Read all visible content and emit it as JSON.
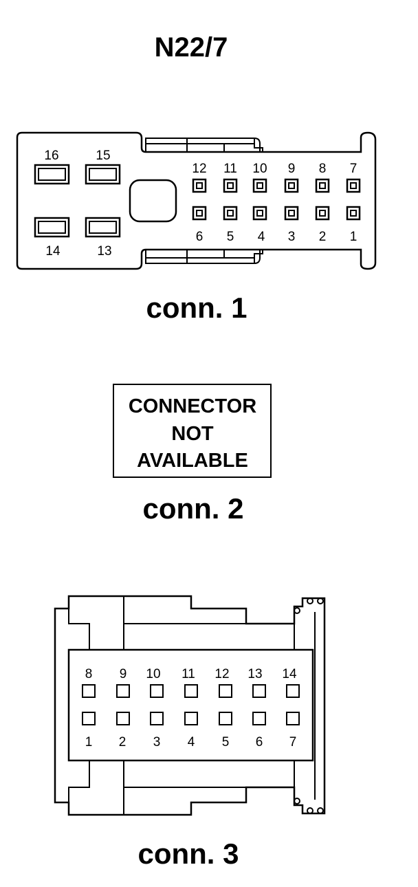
{
  "title": "N22/7",
  "conn1": {
    "label": "conn. 1",
    "large_pins_top": [
      "16",
      "15"
    ],
    "large_pins_bottom": [
      "14",
      "13"
    ],
    "small_pins_top": [
      "12",
      "11",
      "10",
      "9",
      "8",
      "7"
    ],
    "small_pins_bottom": [
      "6",
      "5",
      "4",
      "3",
      "2",
      "1"
    ]
  },
  "conn2": {
    "label": "conn. 2",
    "box_lines": [
      "CONNECTOR",
      "NOT",
      "AVAILABLE"
    ]
  },
  "conn3": {
    "label": "conn. 3",
    "pins_top": [
      "8",
      "9",
      "10",
      "11",
      "12",
      "13",
      "14"
    ],
    "pins_bottom": [
      "1",
      "2",
      "3",
      "4",
      "5",
      "6",
      "7"
    ]
  }
}
